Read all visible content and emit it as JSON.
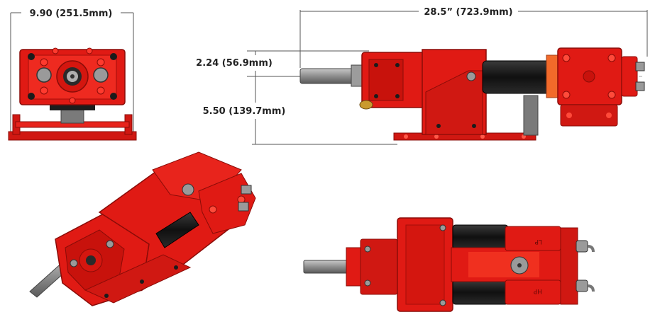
{
  "dimensions": {
    "width": "9.90 (251.5mm)",
    "length": "28.5” (723.9mm)",
    "centerline_height": "2.24 (56.9mm)",
    "base_height": "5.50 (139.7mm)"
  },
  "colors": {
    "body_red": "#e01a14",
    "dark_red": "#a30e0a",
    "highlight_red": "#ff4a3a",
    "orange": "#f26a2a",
    "steel": "#8a8a8a",
    "black": "#1b1b1b",
    "brass": "#c99a2e"
  },
  "views": [
    "front-view",
    "side-view",
    "isometric-view",
    "top-view"
  ],
  "markings": {
    "port_upper": "LP",
    "port_lower": "HP"
  }
}
